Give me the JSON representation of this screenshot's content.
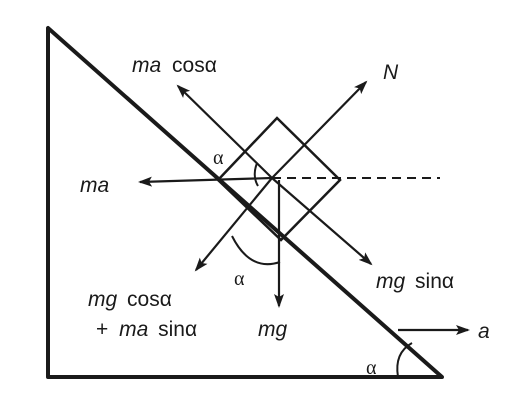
{
  "labels": {
    "ma_cos_m": "ma",
    "ma_cos_f": "cosα",
    "normal": "N",
    "ma": "ma",
    "mg_sin_m": "mg",
    "mg_sin_f": "sinα",
    "mg_cos_line1_m": "mg",
    "mg_cos_line1_f": "cosα",
    "mg_cos_line2_p": "+",
    "mg_cos_line2_m": "ma",
    "mg_cos_line2_f": "sinα",
    "mg": "mg",
    "accel": "a",
    "alpha_top": "α",
    "alpha_mid": "α",
    "alpha_base": "α"
  },
  "colors": {
    "ink": "#1a1a1a",
    "background": "#ffffff"
  }
}
